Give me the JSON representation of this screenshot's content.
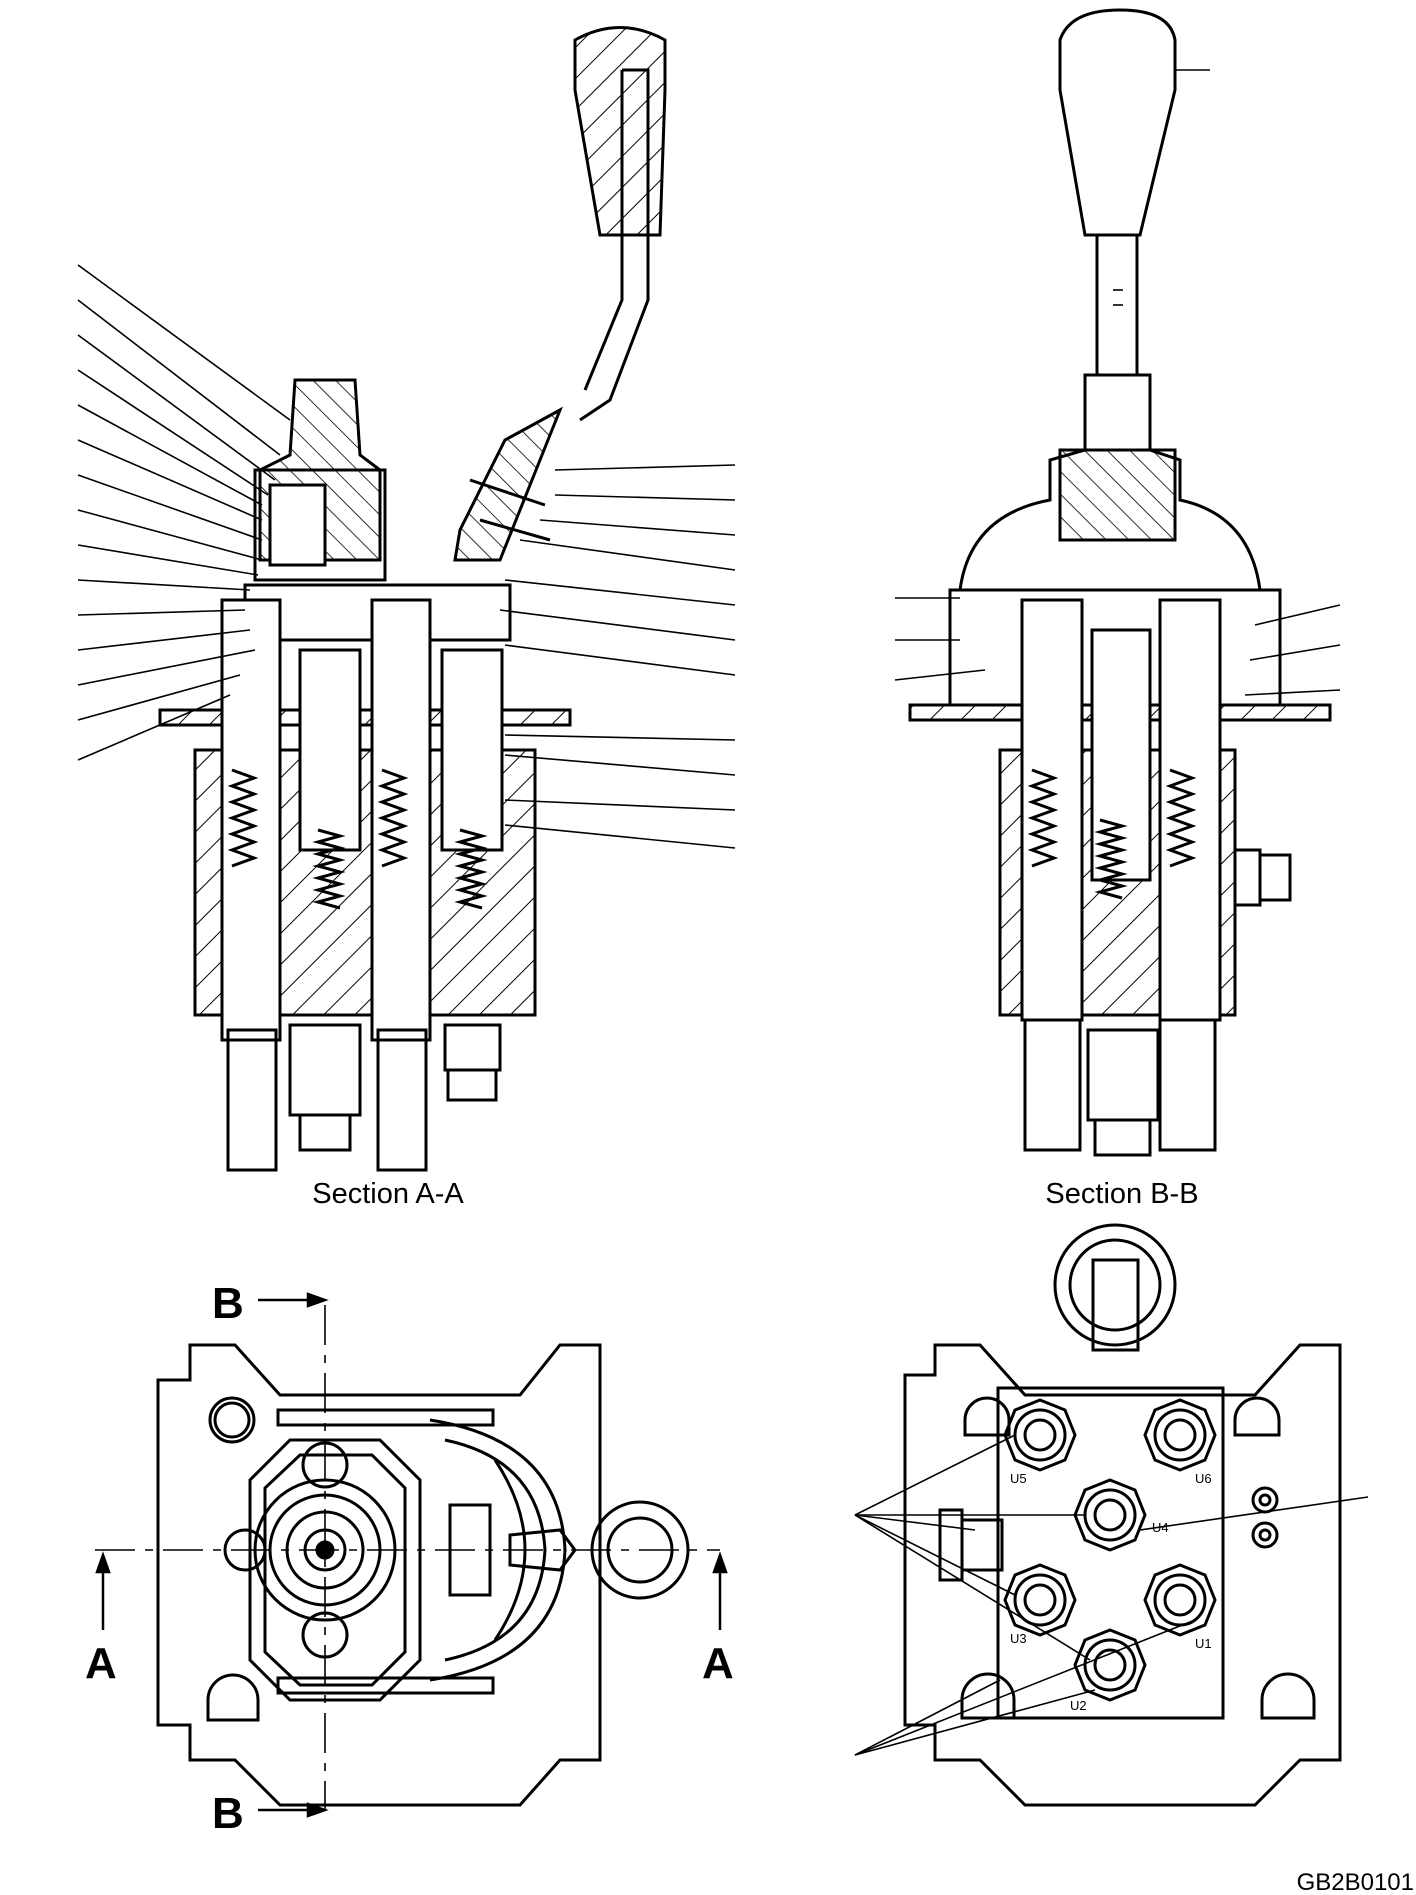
{
  "captions": {
    "section_aa": "Section A-A",
    "section_bb": "Section B-B"
  },
  "section_markers": {
    "b_top": "B",
    "b_bottom": "B",
    "a_left": "A",
    "a_right": "A"
  },
  "port_labels": {
    "u1": "U1",
    "u2": "U2",
    "u3": "U3",
    "u4": "U4",
    "u5": "U5",
    "u6": "U6"
  },
  "figure_code": "GB2B0101",
  "colors": {
    "ink": "#000000",
    "paper": "#ffffff"
  }
}
